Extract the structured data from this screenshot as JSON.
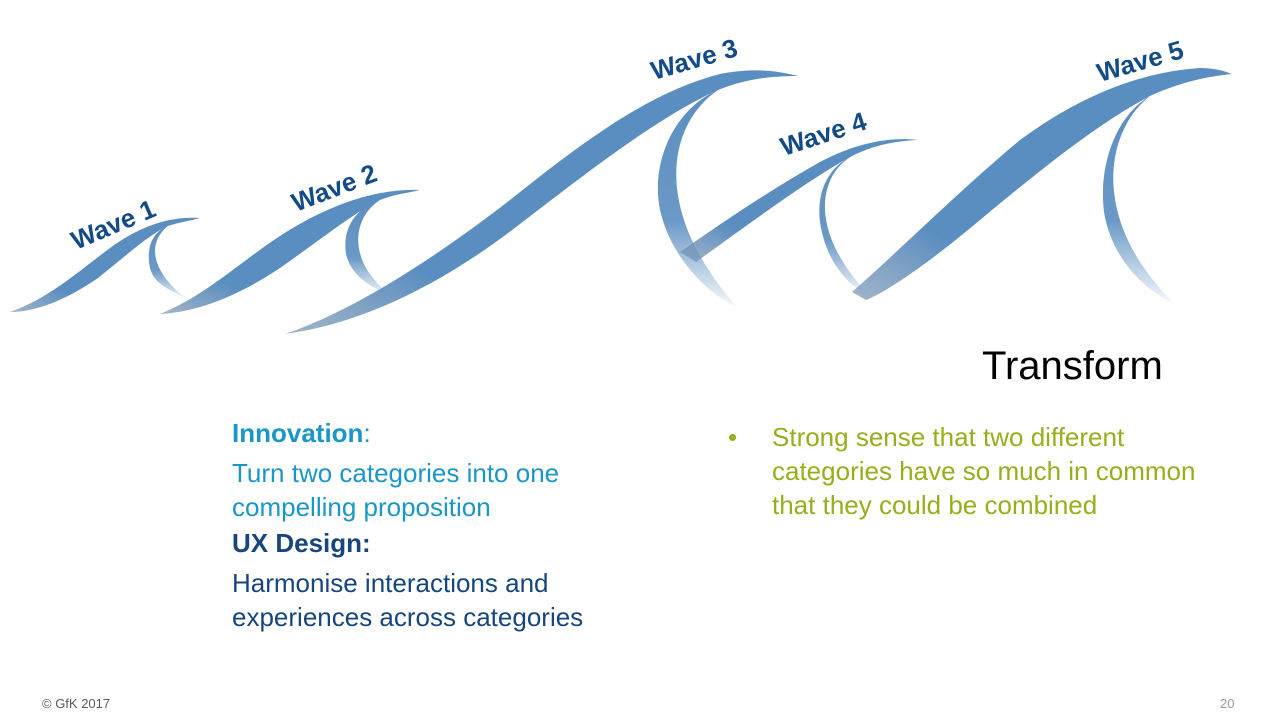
{
  "waves": [
    {
      "label": "Wave 1"
    },
    {
      "label": "Wave 2"
    },
    {
      "label": "Wave 3"
    },
    {
      "label": "Wave 4"
    },
    {
      "label": "Wave 5"
    }
  ],
  "title": "Transform",
  "left_column": {
    "innovation_heading": "Innovation",
    "innovation_colon": ":",
    "innovation_text": "Turn two categories into one compelling proposition",
    "ux_heading": "UX Design:",
    "ux_text": "Harmonise interactions and experiences across categories"
  },
  "right_column": {
    "bullet_symbol": "•",
    "bullet_text": "Strong sense that two different categories have so much in common that they could be combined"
  },
  "footer": {
    "copyright": "© GfK 2017",
    "page_number": "20"
  },
  "colors": {
    "wave_blue": "#5b8ec0",
    "label_navy": "#134b86",
    "innovation_cyan": "#1b96c8",
    "ux_navy": "#17467e",
    "bullet_green": "#99ad1d"
  }
}
